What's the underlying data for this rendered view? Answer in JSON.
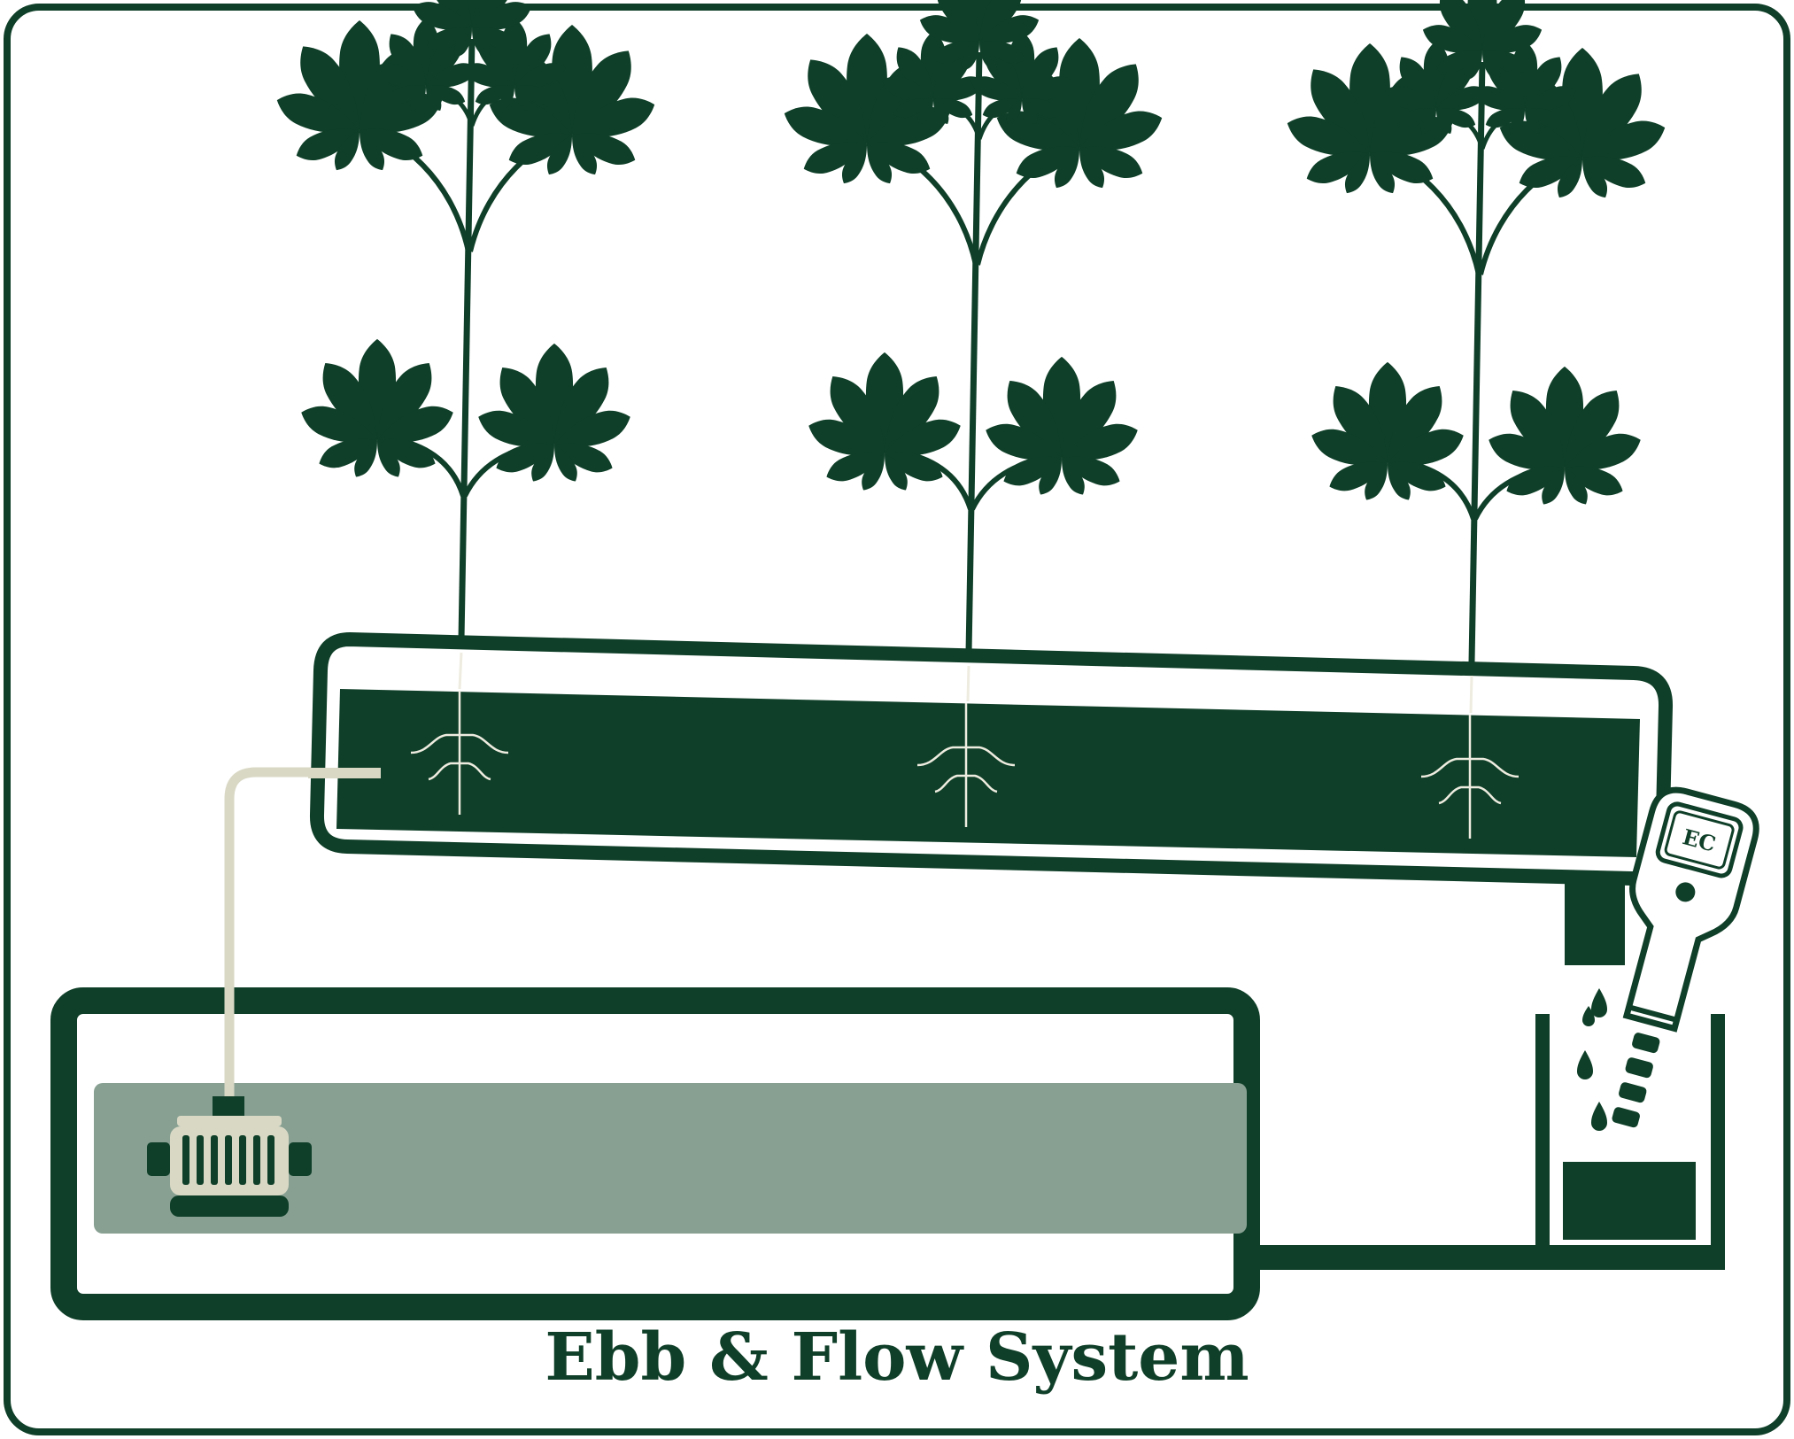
{
  "title": "Ebb & Flow System",
  "meter_label": "EC",
  "colors": {
    "primary": "#0f3f28",
    "water": "#87a092",
    "tube": "#d9d8c5",
    "root": "#eeece0",
    "background": "#ffffff"
  },
  "plants": [
    {
      "name": "plant-left"
    },
    {
      "name": "plant-middle"
    },
    {
      "name": "plant-right"
    }
  ]
}
